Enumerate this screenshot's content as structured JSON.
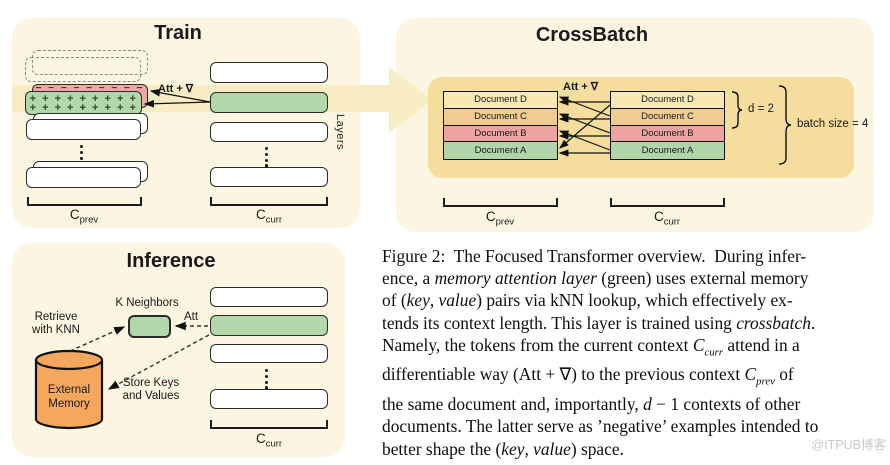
{
  "train": {
    "title": "Train",
    "att_label": "Att + ∇",
    "layers_label": "Layers",
    "plus_row": "+ + + + + + + + + +",
    "minus_row": "− − − − − − − − −",
    "c_prev": {
      "main": "C",
      "sub": "prev"
    },
    "c_curr": {
      "main": "C",
      "sub": "curr"
    }
  },
  "crossbatch": {
    "title": "CrossBatch",
    "att_label": "Att + ∇",
    "documents": [
      "Document D",
      "Document C",
      "Document B",
      "Document A"
    ],
    "row_colors": [
      "#F8E9B4",
      "#F0CB92",
      "#EFA3A0",
      "#AFD5A9"
    ],
    "d_label": "d = 2",
    "batch_label": "batch size = 4",
    "c_prev": {
      "main": "C",
      "sub": "prev"
    },
    "c_curr": {
      "main": "C",
      "sub": "curr"
    }
  },
  "inference": {
    "title": "Inference",
    "retrieve_line1": "Retrieve",
    "retrieve_line2": "with KNN",
    "k_neighbors_label": "K Neighbors",
    "att_label": "Att",
    "memory_line1": "External",
    "memory_line2": "Memory",
    "store_line1": "Store Keys",
    "store_line2": "and Values",
    "c_curr": {
      "main": "C",
      "sub": "curr"
    }
  },
  "caption": {
    "lines": [
      [
        {
          "t": "Figure 2:  The Focused Transformer overview.  During infer-"
        }
      ],
      [
        {
          "t": "ence, a "
        },
        {
          "t": "memory attention layer",
          "i": true
        },
        {
          "t": " (green) uses external memory"
        }
      ],
      [
        {
          "t": "of ("
        },
        {
          "t": "key",
          "i": true
        },
        {
          "t": ", "
        },
        {
          "t": "value",
          "i": true
        },
        {
          "t": ") pairs via kNN lookup, which effectively ex-"
        }
      ],
      [
        {
          "t": "tends its context length. This layer is trained using "
        },
        {
          "t": "crossbatch",
          "i": true
        },
        {
          "t": "."
        }
      ],
      [
        {
          "t": "Namely, the tokens from the current context "
        },
        {
          "t": "C",
          "i": true
        },
        {
          "t": "curr",
          "i": true,
          "s": true
        },
        {
          "t": " attend in a"
        }
      ],
      [
        {
          "t": "differentiable way (Att + ∇) to the previous context "
        },
        {
          "t": "C",
          "i": true
        },
        {
          "t": "prev",
          "i": true,
          "s": true
        },
        {
          "t": " of"
        }
      ],
      [
        {
          "t": "the same document and, importantly, "
        },
        {
          "t": "d",
          "i": true
        },
        {
          "t": " − 1 contexts of other"
        }
      ],
      [
        {
          "t": "documents. The latter serve as ’negative’ examples intended to"
        }
      ],
      [
        {
          "t": "better shape the ("
        },
        {
          "t": "key",
          "i": true
        },
        {
          "t": ", "
        },
        {
          "t": "value",
          "i": true
        },
        {
          "t": ") space."
        }
      ]
    ]
  },
  "watermark": {
    "text": "@ITPUB博客"
  },
  "colors": {
    "panel_bg": "#FBF5E1",
    "band": "#F8ECC4",
    "inner_box": "#F5DD9D",
    "green": "#B2D7AB",
    "pink": "#F1A7A4",
    "cylinder_orange": "#F5A85D",
    "doc_d": "#F8E9B4",
    "doc_c": "#F0CB92",
    "doc_b": "#EFA3A0",
    "doc_a": "#AFD5A9",
    "watermark_gray": "#C9C9C9"
  }
}
